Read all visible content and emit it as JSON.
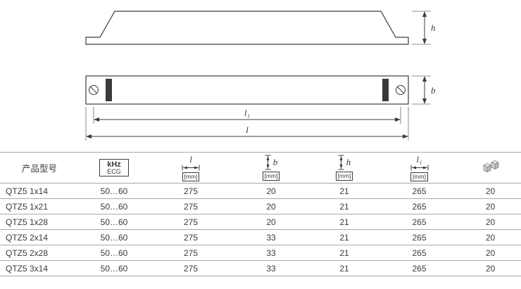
{
  "drawing": {
    "h_label": "h",
    "b_label": "b",
    "l1_label": "l₁",
    "l_label": "l"
  },
  "table": {
    "col_product": "产品型号",
    "col_freq_top": "kHz",
    "col_freq_bottom": "ECG",
    "col_l_symbol": "l",
    "col_b_symbol": "b",
    "col_h_symbol": "h",
    "col_l1_symbol": "l₁",
    "unit_mm": "[mm]",
    "rows": [
      {
        "model": "QTZ5 1x14",
        "freq": "50…60",
        "l": "275",
        "b": "20",
        "h": "21",
        "l1": "265",
        "pack": "20"
      },
      {
        "model": "QTZ5 1x21",
        "freq": "50…60",
        "l": "275",
        "b": "20",
        "h": "21",
        "l1": "265",
        "pack": "20"
      },
      {
        "model": "QTZ5 1x28",
        "freq": "50…60",
        "l": "275",
        "b": "20",
        "h": "21",
        "l1": "265",
        "pack": "20"
      },
      {
        "model": "QTZ5 2x14",
        "freq": "50…60",
        "l": "275",
        "b": "33",
        "h": "21",
        "l1": "265",
        "pack": "20"
      },
      {
        "model": "QTZ5 2x28",
        "freq": "50…60",
        "l": "275",
        "b": "33",
        "h": "21",
        "l1": "265",
        "pack": "20"
      },
      {
        "model": "QTZ5 3x14",
        "freq": "50…60",
        "l": "275",
        "b": "33",
        "h": "21",
        "l1": "265",
        "pack": "20"
      }
    ]
  }
}
